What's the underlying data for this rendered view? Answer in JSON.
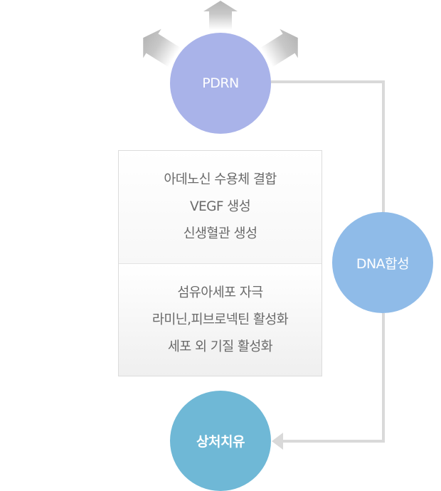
{
  "diagram": {
    "nodes": {
      "pdrn": {
        "label": "PDRN",
        "color": "#a9b3e9"
      },
      "dna_synthesis": {
        "label": "DNA합성",
        "color": "#8fbbe8"
      },
      "wound_healing": {
        "label": "상처치유",
        "color": "#6fb8d6"
      }
    },
    "effects_box": {
      "sections": [
        {
          "lines": [
            "아데노신 수용체 결합",
            "VEGF 생성",
            "신생혈관 생성"
          ]
        },
        {
          "lines": [
            "섬유아세포 자극",
            "라미닌,피브로넥틴 활성화",
            "세포 외 기질 활성화"
          ]
        }
      ]
    },
    "connectors": [
      {
        "from": "pdrn",
        "to": "dna_synthesis",
        "style": "line"
      },
      {
        "from": "dna_synthesis",
        "to": "wound_healing",
        "style": "arrow"
      }
    ],
    "radiating_arrows": {
      "source": "pdrn",
      "directions": [
        "up-left",
        "up",
        "up-right"
      ],
      "color": "#b9b9b9"
    },
    "connector_color": "#d9d9d9"
  }
}
